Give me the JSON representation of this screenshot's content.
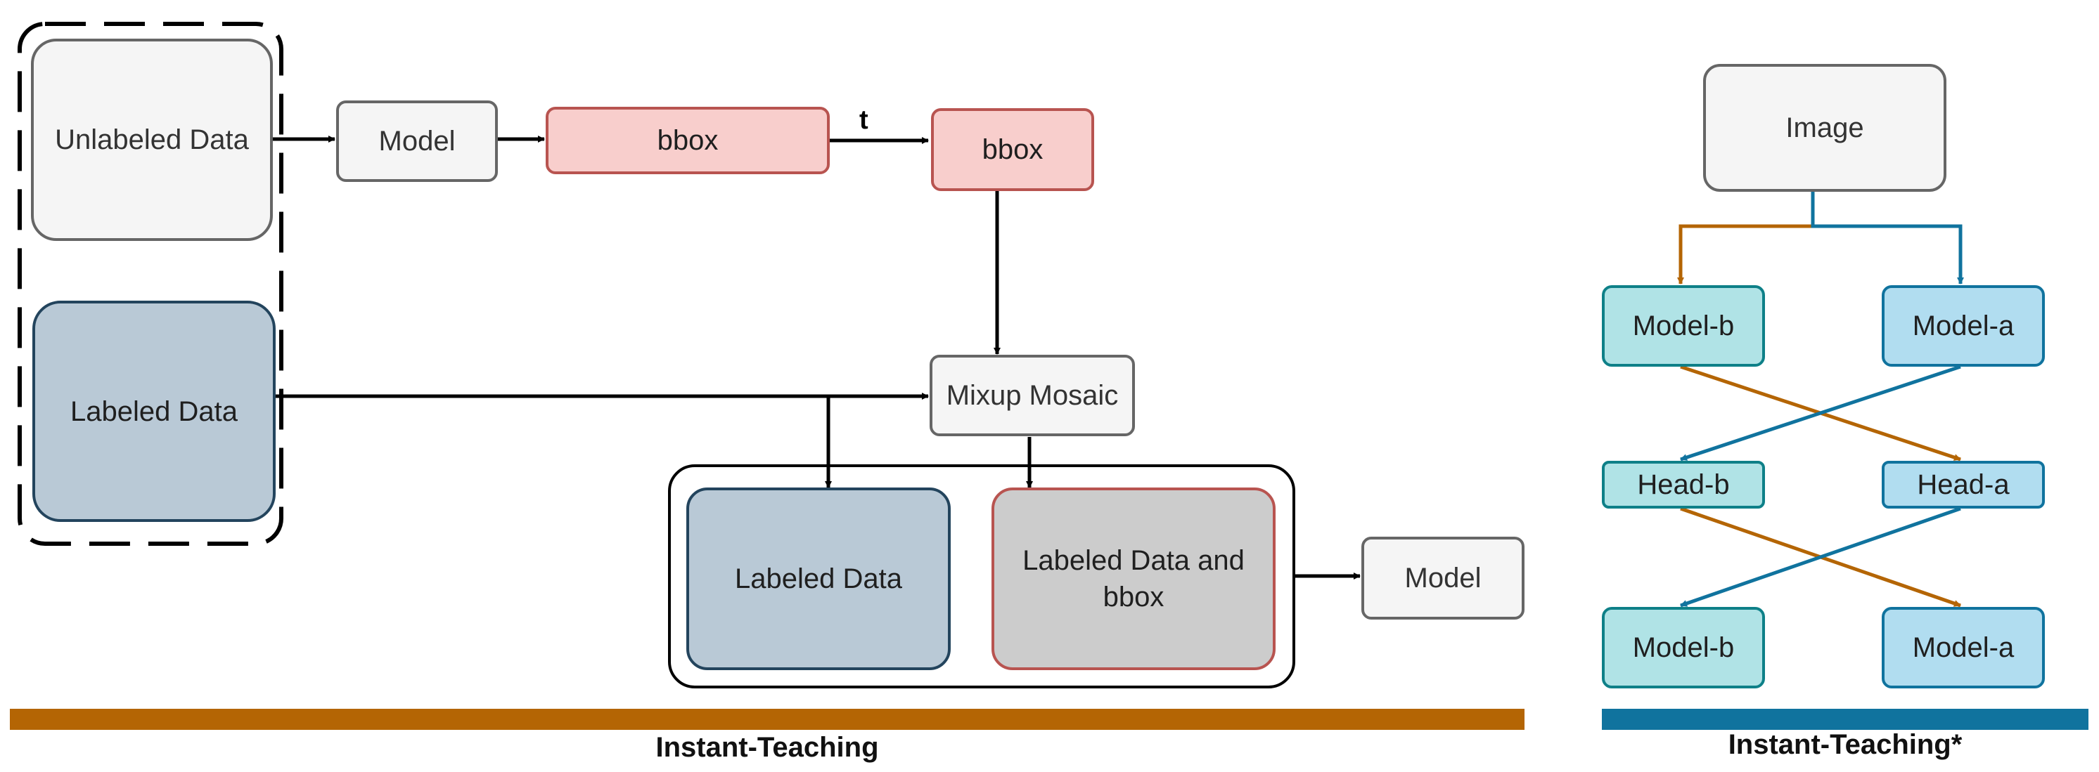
{
  "left_panel": {
    "unlabeled_data": "Unlabeled Data",
    "labeled_data": "Labeled Data",
    "model_1": "Model",
    "bbox_1": "bbox",
    "edge_t": "t",
    "bbox_2": "bbox",
    "mixup_mosaic": "Mixup Mosaic",
    "labeled_data_out": "Labeled Data",
    "labeled_data_and_bbox": "Labeled Data and bbox",
    "model_2": "Model",
    "caption": "Instant-Teaching"
  },
  "right_panel": {
    "image": "Image",
    "model_b_top": "Model-b",
    "model_a_top": "Model-a",
    "head_b": "Head-b",
    "head_a": "Head-a",
    "model_b_bottom": "Model-b",
    "model_a_bottom": "Model-a",
    "caption": "Instant-Teaching*"
  },
  "colors": {
    "orange": "#b46504",
    "blue": "#10739e",
    "black": "#000000"
  }
}
